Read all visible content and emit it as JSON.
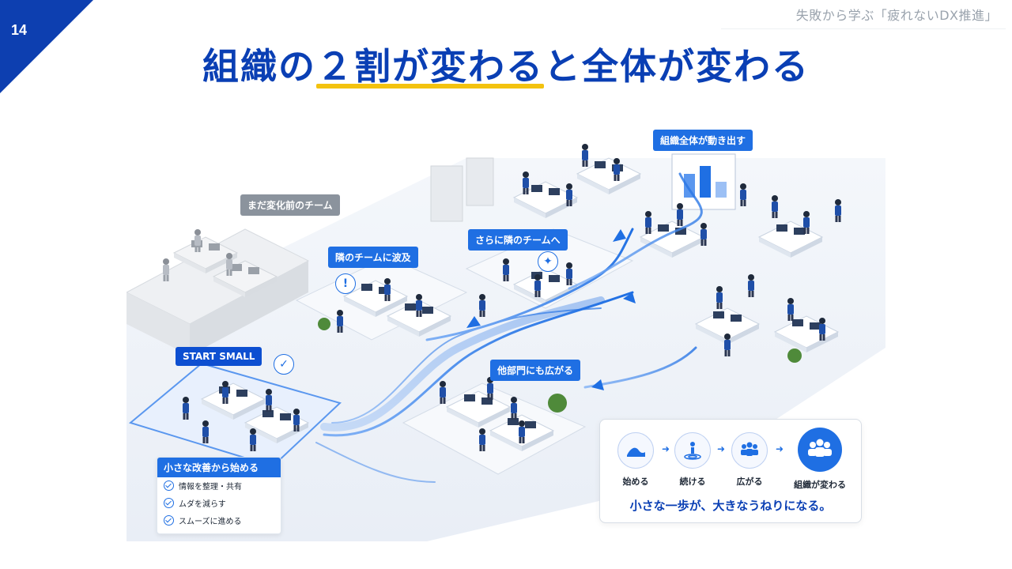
{
  "page_number": "14",
  "series_title": "失敗から学ぶ「疲れないDX推進」",
  "title": {
    "before": "組織の",
    "highlight": "２割が変わる",
    "after": "と全体が変わる"
  },
  "labels": {
    "before_change": "まだ変化前のチーム",
    "neighbor_ripple": "隣のチームに波及",
    "next_neighbor": "さらに隣のチームへ",
    "whole_org": "組織全体が動き出す",
    "start_small": "START SMALL",
    "other_dept": "他部門にも広がる"
  },
  "checklist": {
    "heading": "小さな改善から始める",
    "items": [
      "情報を整理・共有",
      "ムダを減らす",
      "スムーズに進める"
    ]
  },
  "steps": {
    "items": [
      {
        "label": "始める",
        "icon": "wave-icon"
      },
      {
        "label": "続ける",
        "icon": "ripple-person-icon"
      },
      {
        "label": "広がる",
        "icon": "group-icon"
      },
      {
        "label": "組織が変わる",
        "icon": "large-group-icon"
      }
    ],
    "caption": "小さな一歩が、大きなうねりになる。"
  },
  "colors": {
    "brand": "#0a3fb4",
    "accent": "#1f6fe3",
    "highlight": "#f3c20f",
    "muted": "#8b939d"
  }
}
